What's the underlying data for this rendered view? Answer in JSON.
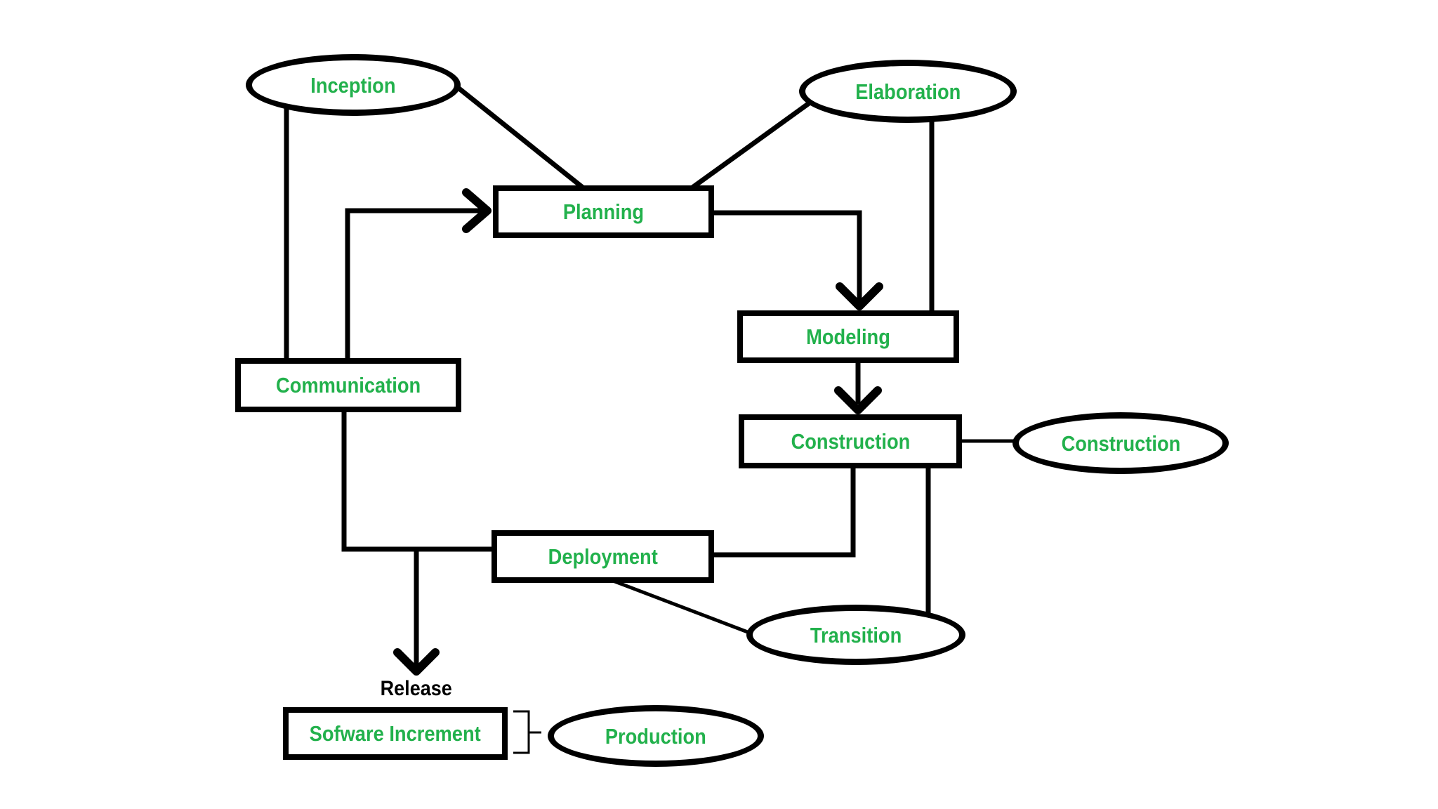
{
  "colors": {
    "node_label": "#22b14c",
    "line": "#000000",
    "release_label": "#000000",
    "background": "#ffffff"
  },
  "nodes": {
    "inception": {
      "label": "Inception",
      "shape": "ellipse"
    },
    "elaboration": {
      "label": "Elaboration",
      "shape": "ellipse"
    },
    "planning": {
      "label": "Planning",
      "shape": "rect"
    },
    "modeling": {
      "label": "Modeling",
      "shape": "rect"
    },
    "communication": {
      "label": "Communication",
      "shape": "rect"
    },
    "construction_activity": {
      "label": "Construction",
      "shape": "rect"
    },
    "construction_phase": {
      "label": "Construction",
      "shape": "ellipse"
    },
    "deployment": {
      "label": "Deployment",
      "shape": "rect"
    },
    "transition": {
      "label": "Transition",
      "shape": "ellipse"
    },
    "software_increment": {
      "label": "Sofware Increment",
      "shape": "rect"
    },
    "production": {
      "label": "Production",
      "shape": "ellipse"
    }
  },
  "annotations": {
    "release": "Release"
  },
  "edges": [
    {
      "from": "inception",
      "to": "planning",
      "arrow": false
    },
    {
      "from": "inception",
      "to": "communication",
      "arrow": false
    },
    {
      "from": "elaboration",
      "to": "planning",
      "arrow": false
    },
    {
      "from": "elaboration",
      "to": "modeling",
      "arrow": false
    },
    {
      "from": "communication",
      "to": "planning",
      "arrow": true
    },
    {
      "from": "planning",
      "to": "modeling",
      "arrow": true
    },
    {
      "from": "modeling",
      "to": "construction_activity",
      "arrow": true
    },
    {
      "from": "construction_activity",
      "to": "construction_phase",
      "arrow": false
    },
    {
      "from": "construction_activity",
      "to": "deployment",
      "arrow": false
    },
    {
      "from": "construction_activity",
      "to": "transition",
      "arrow": false
    },
    {
      "from": "communication",
      "to": "deployment",
      "arrow": false
    },
    {
      "from": "communication",
      "to": "release",
      "arrow": true
    },
    {
      "from": "deployment",
      "to": "transition",
      "arrow": false
    },
    {
      "from": "software_increment",
      "to": "production",
      "arrow": false,
      "style": "bracket"
    }
  ]
}
